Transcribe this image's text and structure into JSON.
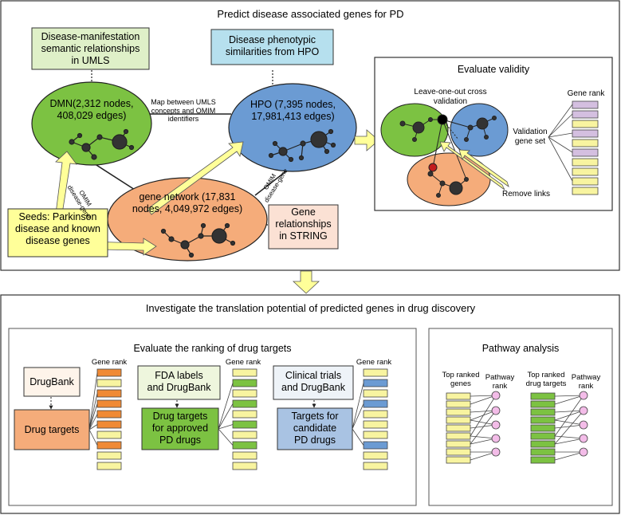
{
  "top_panel": {
    "title": "Predict disease associated genes for PD",
    "umls_box": [
      "Disease-manifestation",
      "semantic relationships",
      "in UMLS"
    ],
    "hpo_box": [
      "Disease phenotypic",
      "similarities from HPO"
    ],
    "dmn_ellipse": [
      "DMN(2,312 nodes,",
      "408,029 edges)"
    ],
    "hpo_ellipse": [
      "HPO (7,395 nodes,",
      "17,981,413 edges)"
    ],
    "gene_ellipse": [
      "gene network (17,831",
      "nodes, 4,049,972 edges)"
    ],
    "map_label": [
      "Map between UMLS",
      "concepts and OMIM",
      "identifiers"
    ],
    "omim_label": [
      "OMIM",
      "disease-gene"
    ],
    "seeds_box": [
      "Seeds: Parkinson",
      "disease and known",
      "disease genes"
    ],
    "string_box": [
      "Gene",
      "relationships",
      "in  STRING"
    ],
    "evaluate": {
      "title": "Evaluate validity",
      "loo": [
        "Leave-one-out cross",
        "validation"
      ],
      "gene_rank": "Gene rank",
      "validation": [
        "Validation",
        "gene set"
      ],
      "remove_links": "Remove links"
    }
  },
  "bottom_panel": {
    "title": "Investigate the translation potential of predicted genes in drug discovery",
    "drug_targets_panel": {
      "title": "Evaluate the ranking of drug targets",
      "columns": [
        {
          "source": [
            "DrugBank"
          ],
          "target": [
            "Drug targets"
          ],
          "gene_rank": "Gene rank",
          "bars": [
            "#f08a35",
            "#f8f4a0",
            "#f08a35",
            "#f08a35",
            "#f08a35",
            "#f08a35",
            "#f8f4a0",
            "#f08a35",
            "#f8f4a0",
            "#f8f4a0"
          ]
        },
        {
          "source": [
            "FDA labels",
            "and DrugBank"
          ],
          "target": [
            "Drug targets",
            "for approved",
            "PD drugs"
          ],
          "gene_rank": "Gene rank",
          "bars": [
            "#f8f4a0",
            "#7cc242",
            "#f8f4a0",
            "#7cc242",
            "#f8f4a0",
            "#7cc242",
            "#f8f4a0",
            "#7cc242",
            "#f8f4a0",
            "#f8f4a0"
          ]
        },
        {
          "source": [
            "Clinical trials",
            "and DrugBank"
          ],
          "target": [
            "Targets for",
            "candidate",
            "PD drugs"
          ],
          "gene_rank": "Gene rank",
          "bars": [
            "#f8f4a0",
            "#6b9bd3",
            "#f8f4a0",
            "#6b9bd3",
            "#f8f4a0",
            "#f8f4a0",
            "#f8f4a0",
            "#6b9bd3",
            "#f8f4a0",
            "#f8f4a0"
          ]
        }
      ]
    },
    "pathway_panel": {
      "title": "Pathway analysis",
      "left_label": [
        "Top ranked",
        "genes"
      ],
      "right_label": [
        "Top ranked",
        "drug targets"
      ],
      "pathway_rank": [
        "Pathway",
        "rank"
      ]
    }
  },
  "colors": {
    "dmn": "#7cc242",
    "hpo": "#6b9bd3",
    "gene": "#f5ac7a",
    "umls_box": "#dff0c8",
    "hpo_box": "#b6e0ee",
    "seeds": "#ffff99",
    "string_box": "#fbe1d4",
    "yellow_bar": "#f8f4a0",
    "pink_node": "#f3bce8"
  }
}
